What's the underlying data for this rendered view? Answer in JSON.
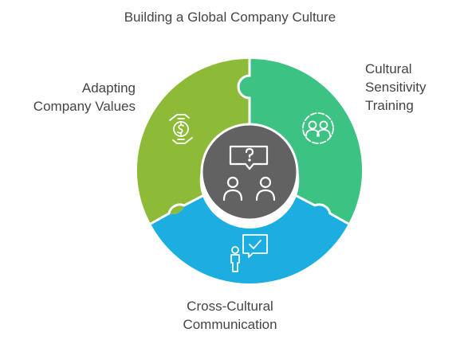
{
  "title": "Building a Global Company Culture",
  "segments": [
    {
      "id": "adapting-values",
      "label_lines": [
        "Adapting",
        "Company Values"
      ],
      "color": "#8dbb37",
      "icon": "hand-dollar-icon"
    },
    {
      "id": "sensitivity-training",
      "label_lines": [
        "Cultural",
        "Sensitivity",
        "Training"
      ],
      "color": "#3cc383",
      "icon": "group-circle-icon"
    },
    {
      "id": "cross-cultural-communication",
      "label_lines": [
        "Cross-Cultural",
        "Communication"
      ],
      "color": "#1caee1",
      "icon": "person-chat-check-icon"
    }
  ],
  "center": {
    "color": "#626262",
    "icon": "people-question-icon"
  },
  "label_color": "#444444"
}
